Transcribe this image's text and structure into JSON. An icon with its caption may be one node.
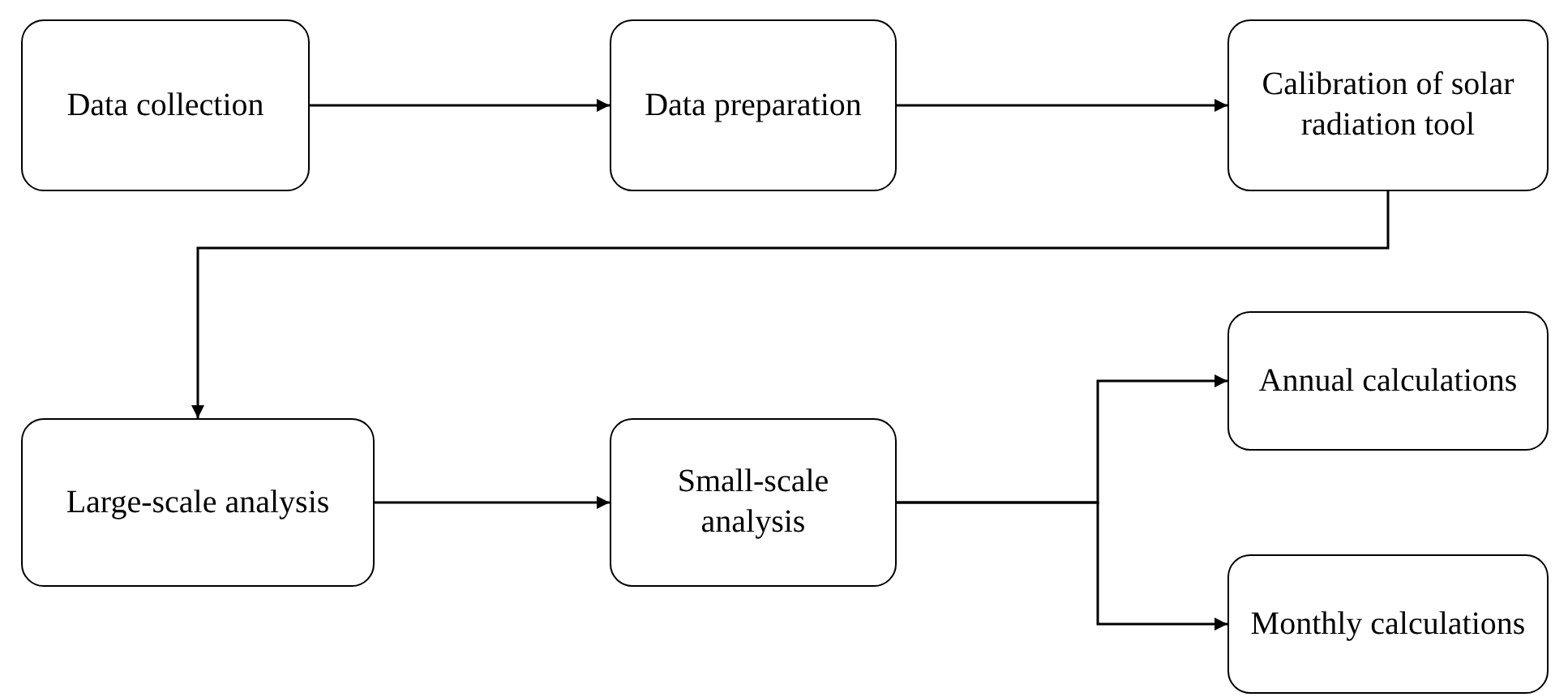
{
  "diagram": {
    "nodes": [
      {
        "text": [
          "Data collection"
        ]
      },
      {
        "text": [
          "Data preparation"
        ]
      },
      {
        "text": [
          "Calibration of solar radiation tool"
        ]
      },
      {
        "text": [
          "Large-scale analysis"
        ]
      },
      {
        "text": [
          "Small-scale analysis"
        ]
      },
      {
        "text": [
          "Annual calculations"
        ]
      },
      {
        "text": [
          "Monthly calculations"
        ]
      }
    ],
    "edges": [
      {
        "from": 0,
        "to": 1,
        "arrow": "to"
      },
      {
        "from": 1,
        "to": 2,
        "arrow": "to"
      },
      {
        "from": 2,
        "to": 3,
        "arrow": "to"
      },
      {
        "from": 3,
        "to": 4,
        "arrow": "to"
      },
      {
        "from": 4,
        "to": 5,
        "arrow": "to"
      },
      {
        "from": 4,
        "to": 6,
        "arrow": "to"
      }
    ]
  }
}
